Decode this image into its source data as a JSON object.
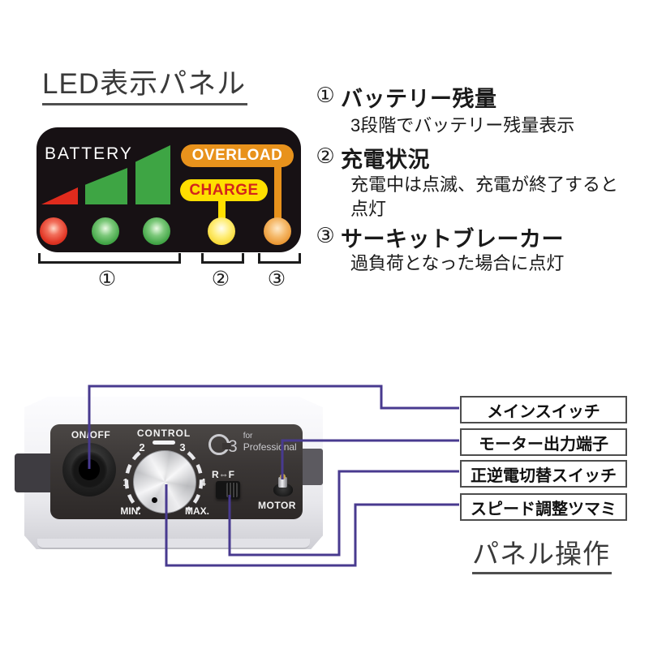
{
  "sections": {
    "led_title": "LED表示パネル",
    "panel_title": "パネル操作"
  },
  "led_panel": {
    "battery_label": "BATTERY",
    "overload_label": "OVERLOAD",
    "charge_label": "CHARGE",
    "leds": [
      "red",
      "green",
      "green",
      "yellow",
      "orange"
    ],
    "bracket_markers": [
      "①",
      "②",
      "③"
    ]
  },
  "legend": [
    {
      "marker": "①",
      "title": "バッテリー残量",
      "desc": "3段階でバッテリー残量表示"
    },
    {
      "marker": "②",
      "title": "充電状況",
      "desc": "充電中は点滅、充電が終了すると点灯"
    },
    {
      "marker": "③",
      "title": "サーキットブレーカー",
      "desc": "過負荷となった場合に点灯"
    }
  ],
  "device": {
    "on_off_label": "ON/OFF",
    "control_label": "CONTROL",
    "knob_numbers": [
      "1",
      "2",
      "3",
      "4"
    ],
    "min_label": "MIN.",
    "max_label": "MAX.",
    "rf_label": "R⇔F",
    "motor_label": "MOTOR",
    "logo": {
      "g": "3",
      "line1": "for",
      "line2": "Professional"
    }
  },
  "callouts": [
    {
      "label": "メインスイッチ"
    },
    {
      "label": "モーター出力端子"
    },
    {
      "label": "正逆電切替スイッチ"
    },
    {
      "label": "スピード調整ツマミ"
    }
  ],
  "colors": {
    "line_purple": "#483a8f",
    "overload_orange": "#e8921c",
    "charge_yellow": "#ffdf00",
    "alert_red": "#e02b1d",
    "battery_green": "#3ea544",
    "panel_black": "#171114",
    "device_panel_gray": "#3a3635"
  }
}
